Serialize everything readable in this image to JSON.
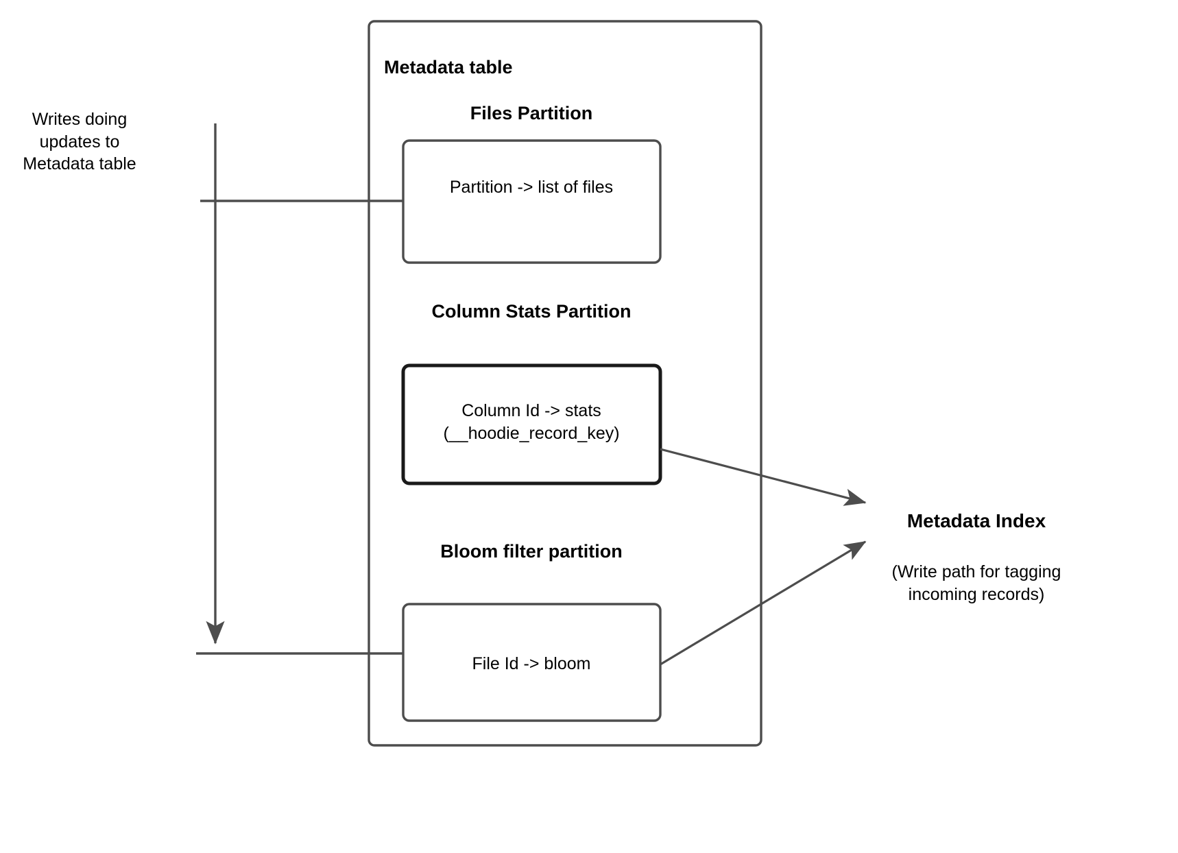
{
  "diagram": {
    "title_note": "Hudi Metadata table write path diagram",
    "colors": {
      "stroke": "#4d4d4d",
      "stroke_strong": "#1a1a1a",
      "arrow_fill": "#4d4d4d",
      "text": "#000000",
      "background": "#ffffff"
    },
    "left_annotation": {
      "label": "Writes doing updates to Metadata table"
    },
    "metadata_table": {
      "label": "Metadata table",
      "partitions": [
        {
          "heading": "Files Partition",
          "box_text": "Partition -> list of files"
        },
        {
          "heading": "Column Stats Partition",
          "box_text": "Column Id  -> stats (__hoodie_record_key)"
        },
        {
          "heading": "Bloom filter partition",
          "box_text": "File Id -> bloom"
        }
      ]
    },
    "metadata_index": {
      "label": "Metadata Index",
      "note": "(Write path for tagging incoming records)"
    }
  }
}
